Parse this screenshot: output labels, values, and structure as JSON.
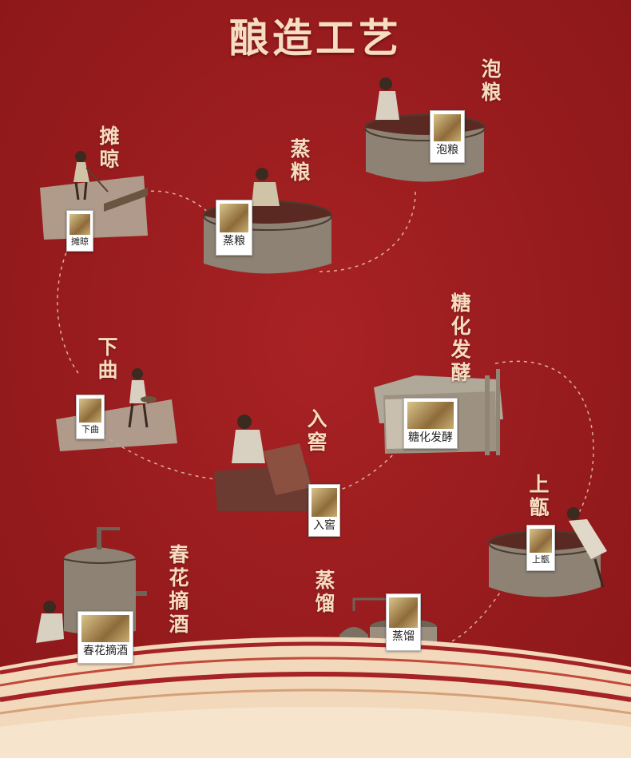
{
  "title": "酿造工艺",
  "steps": [
    {
      "label": "摊晾",
      "caption": "摊晾"
    },
    {
      "label": "蒸粮",
      "caption": "蒸粮"
    },
    {
      "label": "泡粮",
      "caption": "泡粮"
    },
    {
      "label": "下曲",
      "caption": "下曲"
    },
    {
      "label": "入窖",
      "caption": "入窖"
    },
    {
      "label": "糖化发酵",
      "caption": "糖化发酵"
    },
    {
      "label": "上甑",
      "caption": "上甑"
    },
    {
      "label": "蒸馏",
      "caption": "蒸馏"
    },
    {
      "label": "春花摘酒",
      "caption": "春花摘酒"
    }
  ],
  "colors": {
    "background": "#9c1c1e",
    "text": "#f6dcc0",
    "wave": "#f3d9bc"
  }
}
